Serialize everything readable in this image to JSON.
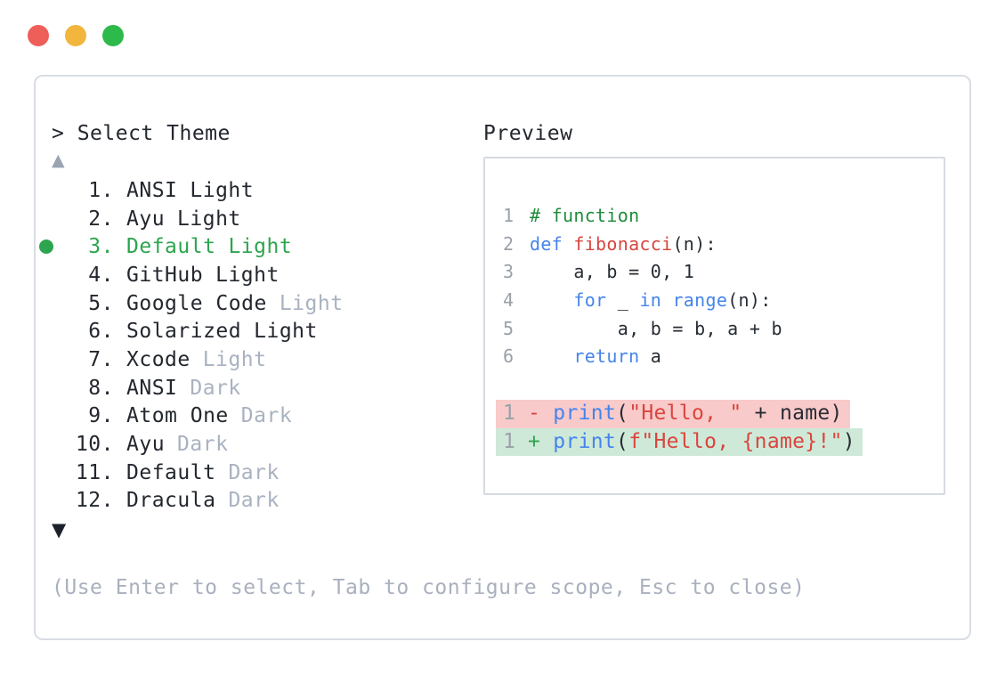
{
  "window": {
    "controls": [
      {
        "name": "close",
        "color": "#ee5f5a"
      },
      {
        "name": "minimize",
        "color": "#f2b63c"
      },
      {
        "name": "zoom",
        "color": "#2dba4b"
      }
    ]
  },
  "theme_selector": {
    "prompt": "> Select Theme",
    "scroll_up_indicator": "▲",
    "scroll_down_indicator": "▼",
    "selected_index": 2,
    "items": [
      {
        "number": "1.",
        "name": "ANSI",
        "variant": "Light",
        "variant_style": "normal",
        "selected": false
      },
      {
        "number": "2.",
        "name": "Ayu",
        "variant": "Light",
        "variant_style": "normal",
        "selected": false
      },
      {
        "number": "3.",
        "name": "Default",
        "variant": "Light",
        "variant_style": "selected",
        "selected": true
      },
      {
        "number": "4.",
        "name": "GitHub",
        "variant": "Light",
        "variant_style": "normal",
        "selected": false
      },
      {
        "number": "5.",
        "name": "Google Code",
        "variant": "Light",
        "variant_style": "muted",
        "selected": false
      },
      {
        "number": "6.",
        "name": "Solarized",
        "variant": "Light",
        "variant_style": "normal",
        "selected": false
      },
      {
        "number": "7.",
        "name": "Xcode",
        "variant": "Light",
        "variant_style": "muted",
        "selected": false
      },
      {
        "number": "8.",
        "name": "ANSI",
        "variant": "Dark",
        "variant_style": "muted",
        "selected": false
      },
      {
        "number": "9.",
        "name": "Atom One",
        "variant": "Dark",
        "variant_style": "muted",
        "selected": false
      },
      {
        "number": "10.",
        "name": "Ayu",
        "variant": "Dark",
        "variant_style": "muted",
        "selected": false
      },
      {
        "number": "11.",
        "name": "Default",
        "variant": "Dark",
        "variant_style": "muted",
        "selected": false
      },
      {
        "number": "12.",
        "name": "Dracula",
        "variant": "Dark",
        "variant_style": "muted",
        "selected": false
      }
    ],
    "hint": "(Use Enter to select, Tab to configure scope, Esc to close)"
  },
  "preview": {
    "label": "Preview",
    "code_lines": [
      {
        "num": "1",
        "segments": [
          {
            "text": "# function",
            "style": "comment"
          }
        ]
      },
      {
        "num": "2",
        "segments": [
          {
            "text": "def",
            "style": "keyword"
          },
          {
            "text": " ",
            "style": "plain"
          },
          {
            "text": "fibonacci",
            "style": "function"
          },
          {
            "text": "(n):",
            "style": "plain"
          }
        ]
      },
      {
        "num": "3",
        "segments": [
          {
            "text": "    a, b = 0, 1",
            "style": "plain"
          }
        ]
      },
      {
        "num": "4",
        "segments": [
          {
            "text": "    ",
            "style": "plain"
          },
          {
            "text": "for",
            "style": "keyword"
          },
          {
            "text": " _ ",
            "style": "plain"
          },
          {
            "text": "in",
            "style": "keyword"
          },
          {
            "text": " ",
            "style": "plain"
          },
          {
            "text": "range",
            "style": "keyword"
          },
          {
            "text": "(n):",
            "style": "plain"
          }
        ]
      },
      {
        "num": "5",
        "segments": [
          {
            "text": "        a, b = b, a + b",
            "style": "plain"
          }
        ]
      },
      {
        "num": "6",
        "segments": [
          {
            "text": "    ",
            "style": "plain"
          },
          {
            "text": "return",
            "style": "keyword"
          },
          {
            "text": " a",
            "style": "plain"
          }
        ]
      }
    ],
    "diff_lines": [
      {
        "num": "1",
        "change": "removed",
        "segments": [
          {
            "text": "- ",
            "style": "del"
          },
          {
            "text": "print",
            "style": "keyword"
          },
          {
            "text": "(",
            "style": "plain"
          },
          {
            "text": "\"Hello, \"",
            "style": "string"
          },
          {
            "text": " + name)",
            "style": "plain"
          }
        ]
      },
      {
        "num": "1",
        "change": "added",
        "segments": [
          {
            "text": "+ ",
            "style": "add"
          },
          {
            "text": "print",
            "style": "keyword"
          },
          {
            "text": "(",
            "style": "plain"
          },
          {
            "text": "f\"Hello, {name}!\"",
            "style": "string"
          },
          {
            "text": ")",
            "style": "plain"
          }
        ]
      }
    ]
  },
  "colors": {
    "selected_green": "#2da44e",
    "muted_gray": "#a9b2c0",
    "text_dark": "#23272e",
    "hint_gray": "#a9b0be",
    "line_number_gray": "#9aa0a8",
    "syntax_keyword": "#4584ec",
    "syntax_function": "#d9453e",
    "syntax_string": "#d9453e",
    "syntax_comment": "#1f8c3b",
    "diff_removed_bg": "#f9caca",
    "diff_added_bg": "#cfe9d9",
    "panel_border": "#d9dde4"
  }
}
